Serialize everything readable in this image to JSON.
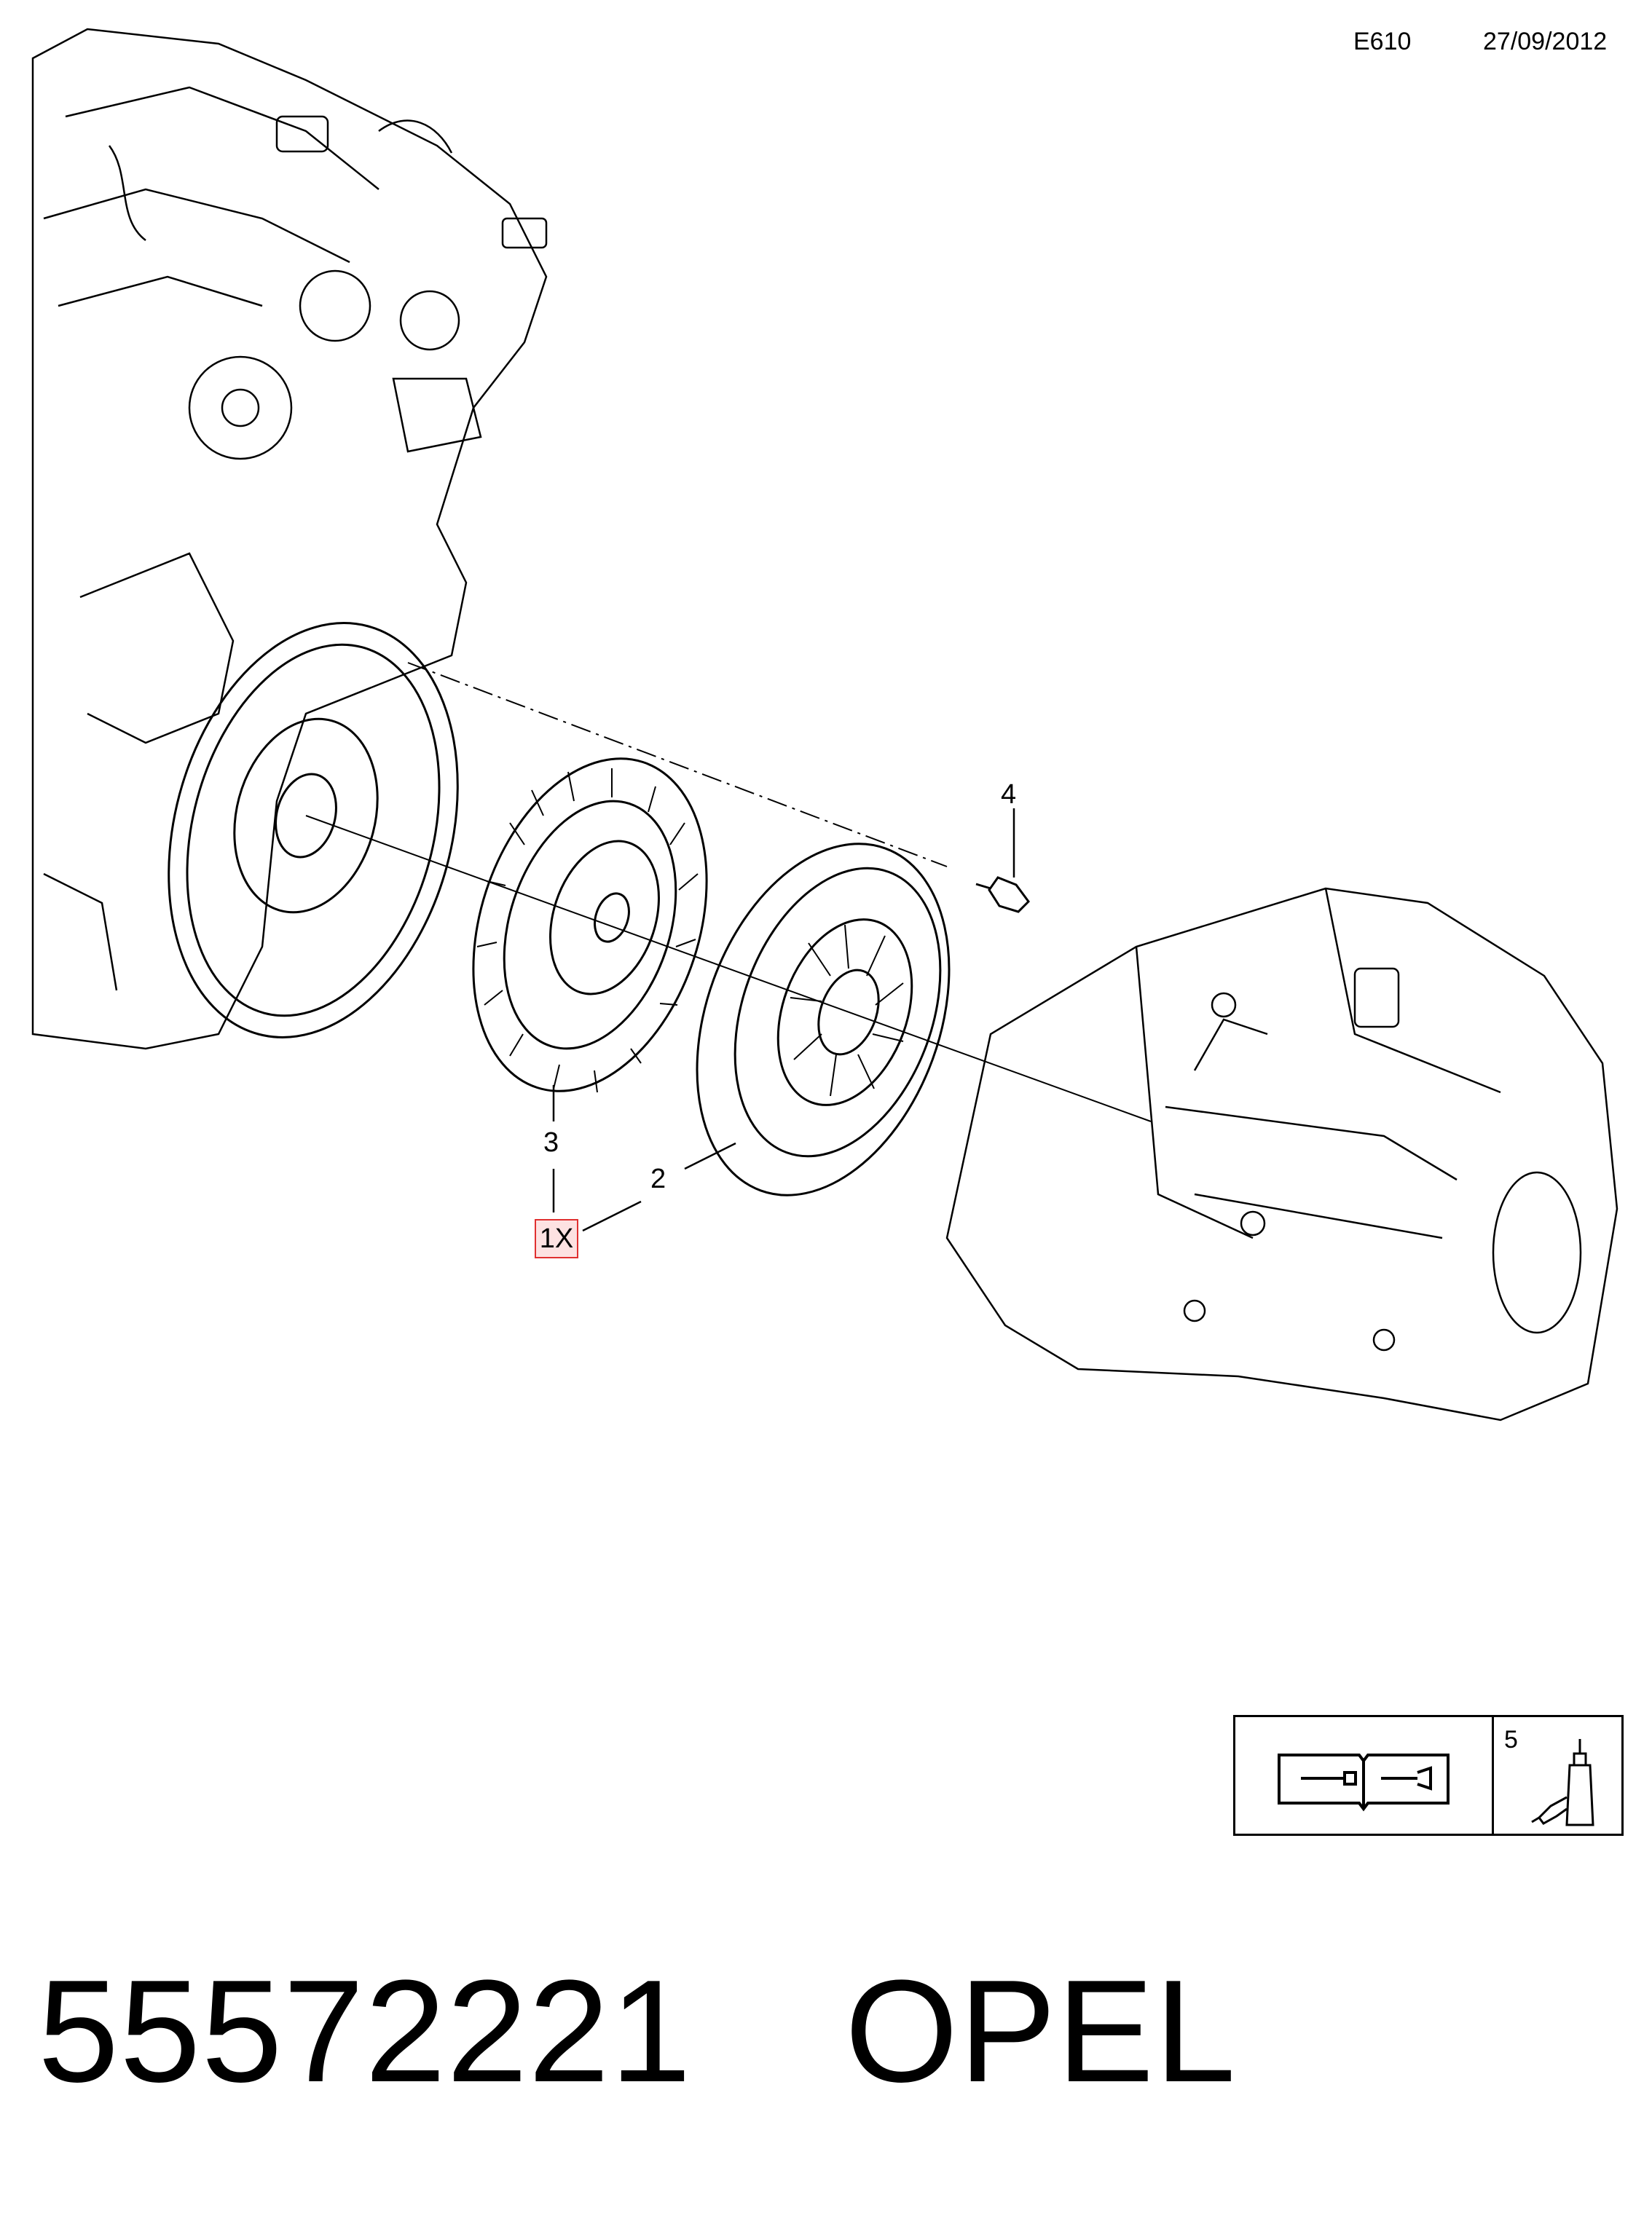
{
  "header": {
    "code": "E610",
    "date": "27/09/2012"
  },
  "callouts": {
    "c4": "4",
    "c3": "3",
    "c2": "2",
    "c1x": "1X"
  },
  "legend": {
    "number": "5",
    "icons": [
      "repair-manual-icon",
      "adhesive-tube-icon"
    ]
  },
  "footer": {
    "part_number": "55572221",
    "brand": "OPEL"
  },
  "colors": {
    "highlight_border": "#e03030",
    "highlight_fill": "#fde2e2"
  }
}
